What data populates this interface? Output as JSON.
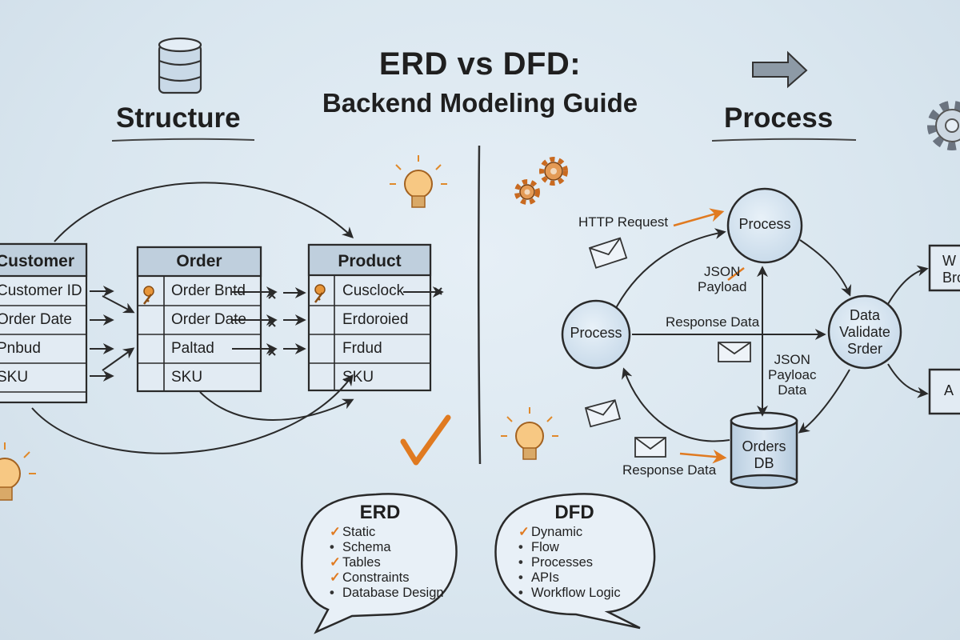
{
  "title": {
    "line1": "ERD vs DFD:",
    "line2": "Backend Modeling Guide"
  },
  "sections": {
    "left": "Structure",
    "right": "Process"
  },
  "erd": {
    "entities": [
      {
        "name": "Customer",
        "rows": [
          "Customer ID",
          "Order Date",
          "Pnbud",
          "SKU"
        ]
      },
      {
        "name": "Order",
        "rows": [
          "Order Bntd",
          "Order Date",
          "Paltad",
          "SKU"
        ]
      },
      {
        "name": "Product",
        "rows": [
          "Cusclock",
          "Erdoroied",
          "Frdud",
          "SKU"
        ]
      }
    ]
  },
  "dfd": {
    "labels": {
      "http_request": "HTTP Request",
      "json_payload_top": "JSON\nPayload",
      "response_data_mid": "Response Data",
      "json_payload_data": "JSON\nPayloac\nData",
      "response_data_bottom": "Response Data"
    },
    "nodes": {
      "process_top": "Process",
      "process_left": "Process",
      "data_validate": "Data\nValidate\nSrder",
      "orders_db": "Orders\nDB",
      "right_top_box": "W\nBro",
      "right_bottom_box": "A"
    }
  },
  "comparison": {
    "erd": {
      "title": "ERD",
      "items": [
        {
          "text": "Static",
          "mark": "check"
        },
        {
          "text": "Schema",
          "mark": "dot"
        },
        {
          "text": "Tables",
          "mark": "check"
        },
        {
          "text": "Constraints",
          "mark": "check"
        },
        {
          "text": "Database Design",
          "mark": "dot"
        }
      ]
    },
    "dfd": {
      "title": "DFD",
      "items": [
        {
          "text": "Dynamic",
          "mark": "check"
        },
        {
          "text": "Flow",
          "mark": "dot"
        },
        {
          "text": "Processes",
          "mark": "dot"
        },
        {
          "text": "APIs",
          "mark": "dot"
        },
        {
          "text": "Workflow Logic",
          "mark": "dot"
        }
      ]
    }
  },
  "icons": [
    "database-icon",
    "arrow-right-icon",
    "gear-icon",
    "lightbulb-icon",
    "key-icon",
    "envelope-icon",
    "checkmark-icon"
  ],
  "colors": {
    "accent": "#e07a20",
    "ink": "#2a2a2a",
    "node_fill": "#d8e6f2"
  }
}
